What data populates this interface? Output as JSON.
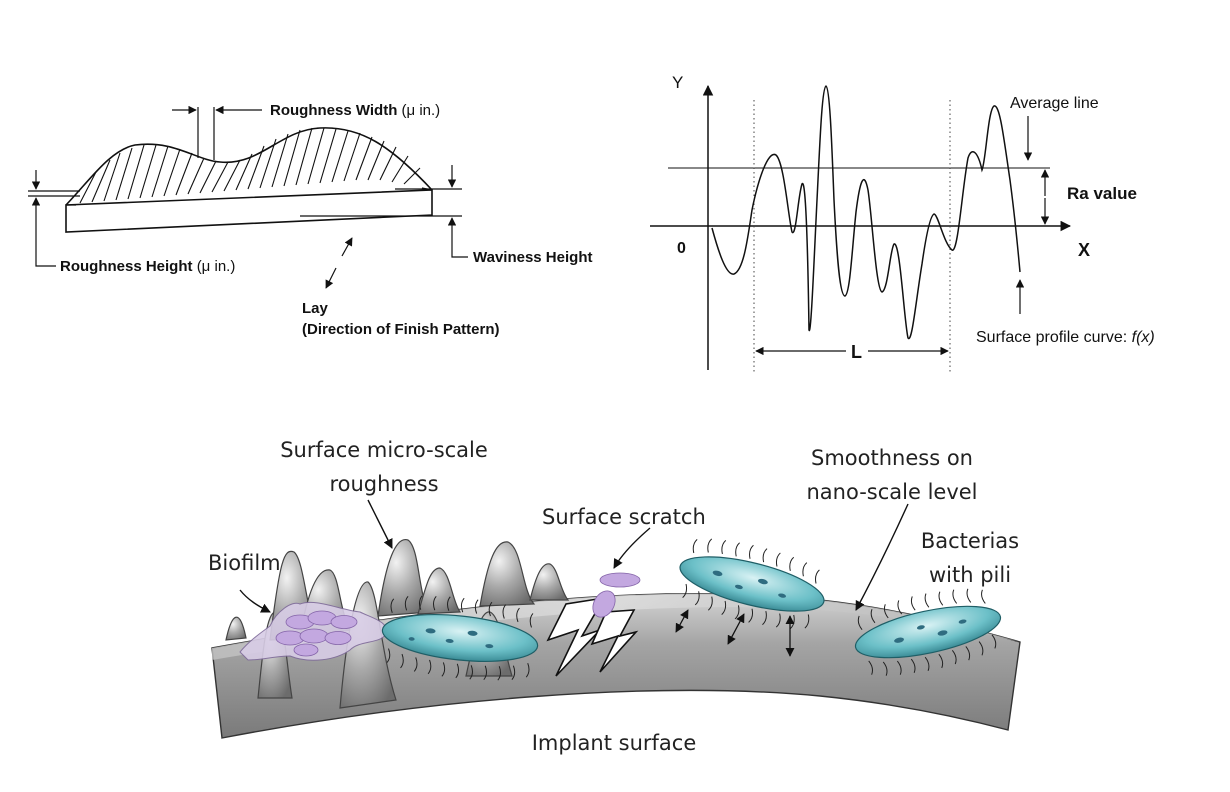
{
  "roughness_diagram": {
    "roughness_width": "Roughness Width",
    "roughness_width_unit": "(μ in.)",
    "roughness_height": "Roughness Height",
    "roughness_height_unit": "(μ in.)",
    "waviness_height": "Waviness Height",
    "lay": "Lay",
    "lay_sub": "(Direction of Finish Pattern)"
  },
  "ra_profile": {
    "y_axis": "Y",
    "x_axis": "X",
    "origin": "0",
    "average_line": "Average line",
    "ra_value": "Ra value",
    "sample_length": "L",
    "curve_label": "Surface profile curve: ",
    "curve_label_fx": "f(x)"
  },
  "implant_illustration": {
    "micro_roughness_line1": "Surface micro-scale",
    "micro_roughness_line2": "roughness",
    "biofilm": "Biofilm",
    "scratch": "Surface scratch",
    "smooth_line1": "Smoothness on",
    "smooth_line2": "nano-scale level",
    "bacteria_line1": "Bacterias",
    "bacteria_line2": "with pili",
    "implant": "Implant surface"
  },
  "colors": {
    "implant_gray": "#9a9a9a",
    "bacteria_teal": "#5fb3bd",
    "biofilm_purple": "#c9b3dd"
  }
}
